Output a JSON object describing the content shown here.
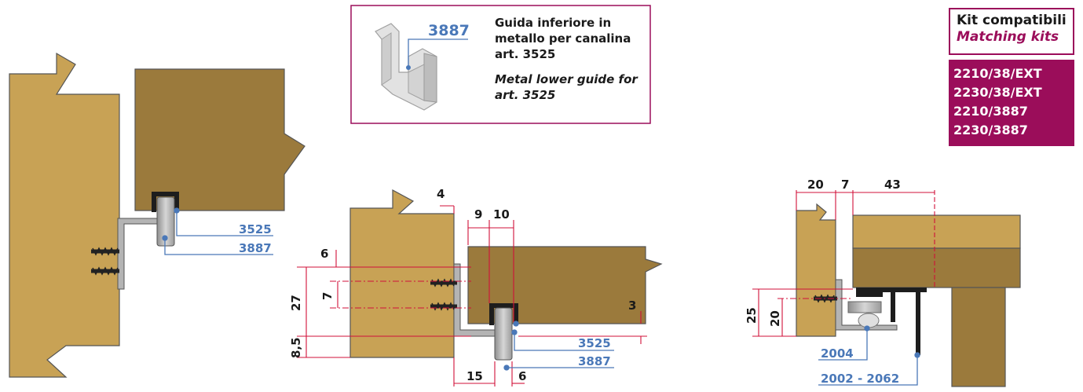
{
  "popup": {
    "code": "3887",
    "line1": "Guida inferiore in",
    "line2": "metallo per canalina",
    "line3": "art. 3525",
    "line4": "Metal lower guide for",
    "line5": "art. 3525"
  },
  "kit": {
    "title": "Kit compatibili",
    "subtitle": "Matching kits",
    "items": [
      "2210/38/EXT",
      "2230/38/EXT",
      "2210/3887",
      "2230/3887"
    ]
  },
  "left_refs": {
    "a": "3525",
    "b": "3887"
  },
  "middle": {
    "dims": {
      "d4": "4",
      "d9": "9",
      "d10": "10",
      "d6a": "6",
      "d7": "7",
      "d27": "27",
      "d3": "3",
      "d85": "8,5",
      "d15": "15",
      "d6b": "6"
    },
    "refs": {
      "a": "3525",
      "b": "3887"
    }
  },
  "right": {
    "dims": {
      "d20a": "20",
      "d7": "7",
      "d43": "43",
      "d25": "25",
      "d20b": "20"
    },
    "refs": {
      "a": "2004",
      "b": "2002 - 2062"
    }
  },
  "colors": {
    "wood_light": "#c8a255",
    "wood_dark": "#9b7a3c",
    "metal": "#b4b4b4",
    "accent": "#9b0d5a",
    "ref_blue": "#4a78b8",
    "dim_red": "#d0103a"
  }
}
